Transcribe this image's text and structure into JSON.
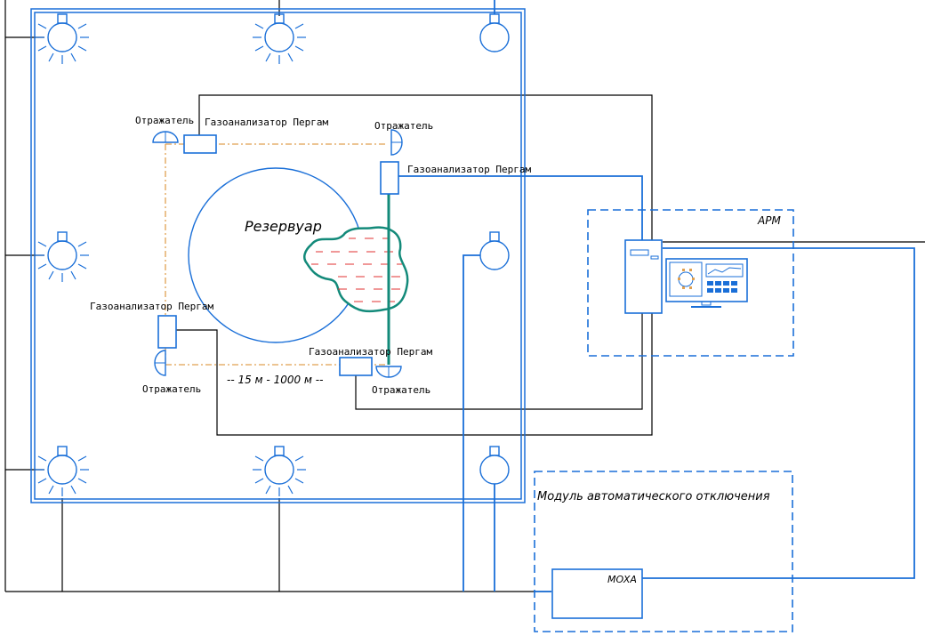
{
  "colors": {
    "blue": "#1a6fd8",
    "black": "#000000",
    "orange": "#e0a050",
    "teal": "#138a7a",
    "red": "#e03030"
  },
  "labels": {
    "reflector": "Отражатель",
    "gas_analyzer": "Газоанализатор Пергам",
    "tank": "Резервуар",
    "distance": "-- 15 м - 1000 м --",
    "workstation": "АРМ",
    "shutdown_module": "Модуль  автоматического  отключения",
    "moxa": "MOXA"
  },
  "icons": {
    "lamp": "explosion-proof-lamp-icon",
    "sensor": "detector-icon",
    "reflector": "reflector-icon",
    "pc": "pc-tower-icon",
    "monitor": "monitor-icon"
  }
}
